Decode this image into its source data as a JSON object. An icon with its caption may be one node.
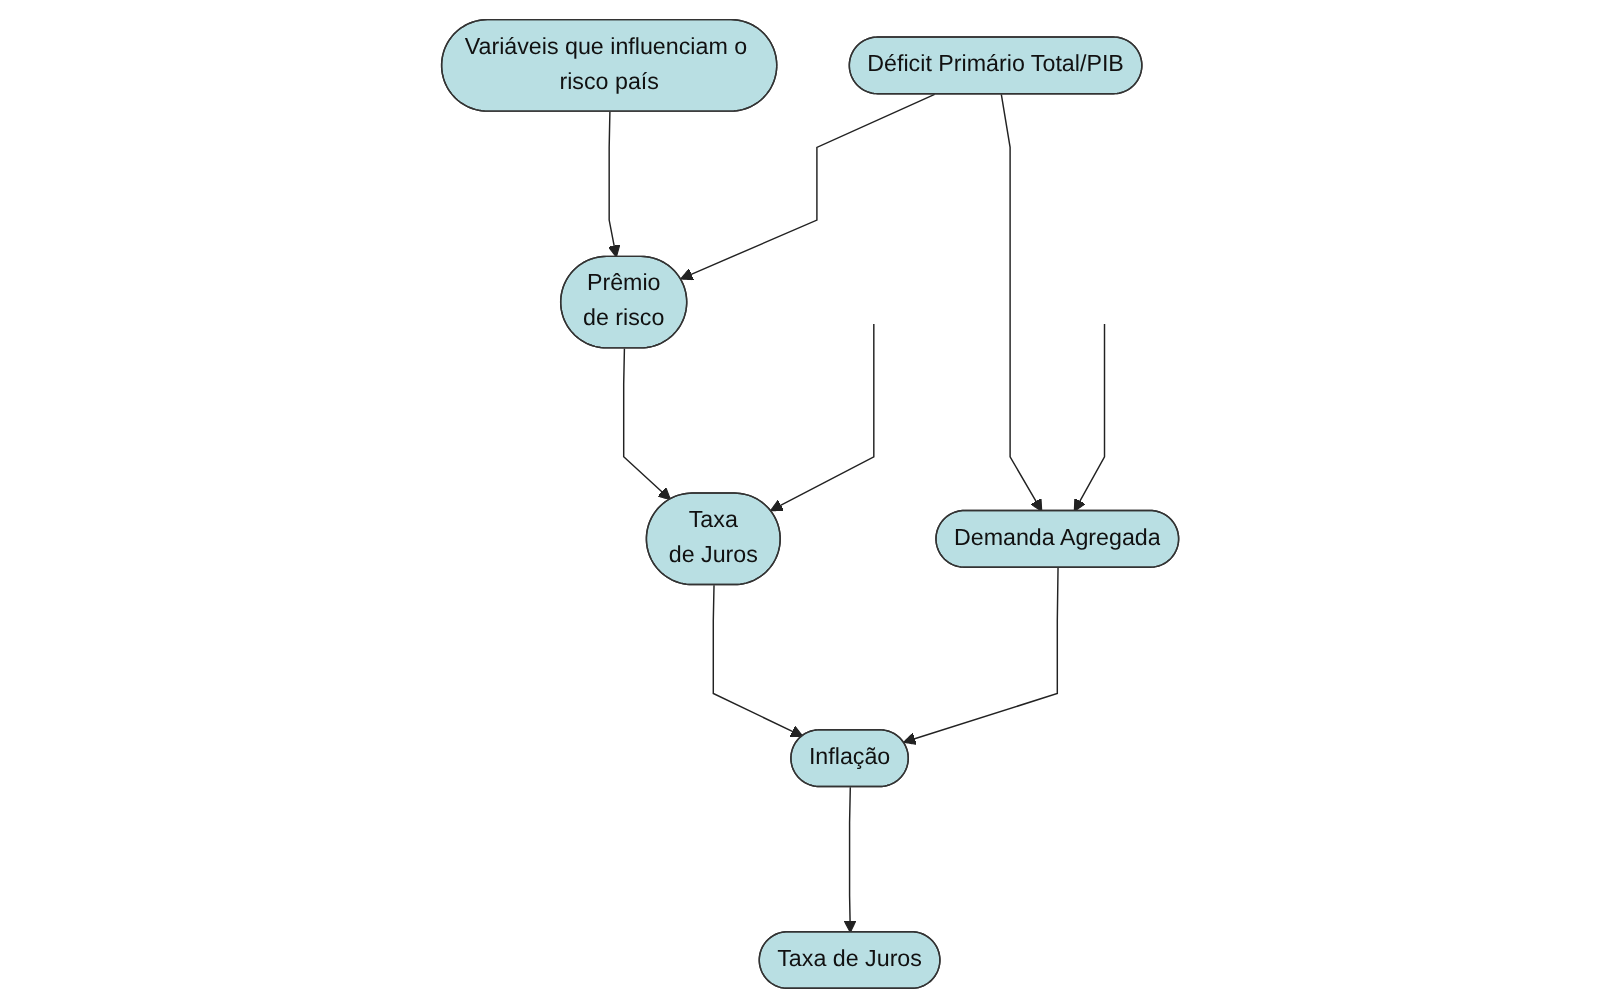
{
  "diagram": {
    "nodes": [
      {
        "text": [
          "Variáveis que influenciam o risco país"
        ]
      },
      {
        "text": [
          "Prêmio",
          "de risco"
        ]
      },
      {
        "text": [
          "Déficit Primário Total/PIB"
        ]
      },
      {
        "text": [
          "Taxa",
          "de Juros"
        ]
      },
      {
        "text": [
          "Demanda Agregada"
        ]
      },
      {
        "text": [
          "Inflação"
        ]
      },
      {
        "text": [
          "Taxa de Juros"
        ]
      }
    ],
    "edges": [
      {
        "from": 0,
        "to": 1,
        "arrow": "to"
      },
      {
        "from": 2,
        "to": 1,
        "arrow": "to"
      },
      {
        "from": 1,
        "to": 3,
        "arrow": "to"
      },
      {
        "from": 2,
        "to": 4,
        "arrow": "to"
      },
      {
        "from": 3,
        "to": 5,
        "arrow": "to"
      },
      {
        "from": 4,
        "to": 5,
        "arrow": "to"
      },
      {
        "from": 5,
        "to": 6,
        "arrow": "to"
      },
      {
        "from": null,
        "to": 3,
        "arrow": "to"
      },
      {
        "from": null,
        "to": 4,
        "arrow": "to"
      }
    ]
  }
}
